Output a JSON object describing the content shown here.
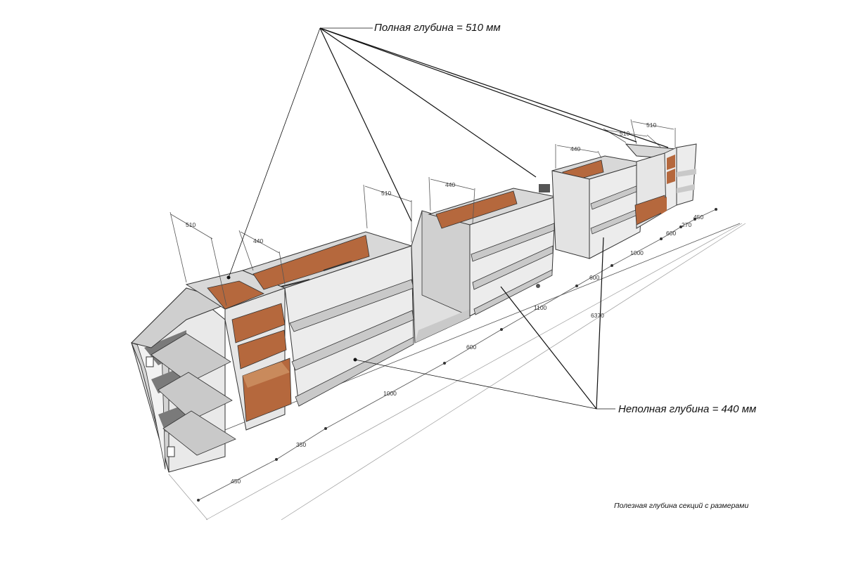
{
  "callouts": {
    "full_depth": "Полная глубина = 510 мм",
    "partial_depth": "Неполная глубина = 440 мм"
  },
  "caption": "Полезная глубина секций с размерами",
  "dimensions": {
    "depths": [
      "510",
      "440",
      "510",
      "440",
      "440",
      "510",
      "510"
    ],
    "widths": [
      "450",
      "350",
      "1000",
      "600",
      "1100",
      "600",
      "1000",
      "600",
      "270",
      "450"
    ],
    "total": "6370"
  },
  "colors": {
    "panel_side": "#d8d8d8",
    "panel_front": "#e6e6e6",
    "shelf": "#c9c9c9",
    "inner_dark": "#7a7a7a",
    "wood": "#b5683d",
    "wood_light": "#c98a5c",
    "line": "#111111",
    "dim_line": "#555555"
  }
}
